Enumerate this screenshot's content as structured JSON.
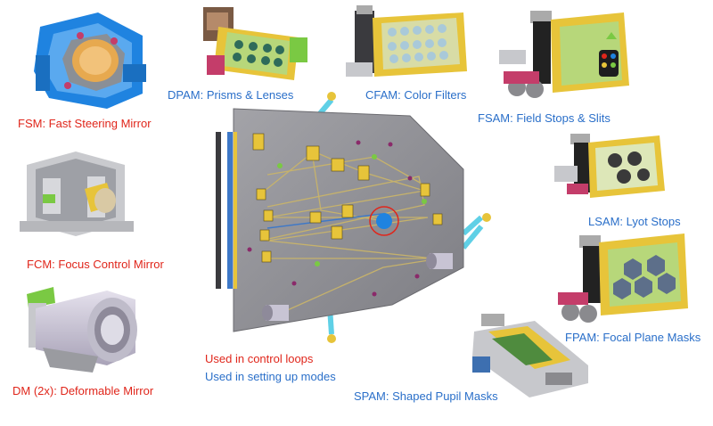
{
  "colors": {
    "control_loop": "#e0261b",
    "setup_mode": "#2a6fc9",
    "bench": "#8d8d92",
    "beam": "#c9b46a",
    "mount_yellow": "#e7c43a",
    "mount_green": "#b7d77a",
    "fsm_blue": "#1f83e0",
    "strut_cyan": "#5fd0e6"
  },
  "labels": {
    "fsm": "FSM: Fast Steering Mirror",
    "fcm": "FCM: Focus Control Mirror",
    "dm": "DM (2x): Deformable Mirror",
    "dpam": "DPAM: Prisms & Lenses",
    "cfam": "CFAM: Color Filters",
    "fsam": "FSAM: Field Stops & Slits",
    "lsam": "LSAM: Lyot Stops",
    "fpam": "FPAM: Focal Plane Masks",
    "spam": "SPAM: Shaped Pupil Masks"
  },
  "legend": {
    "control": "Used in control loops",
    "setup": "Used in setting up modes"
  },
  "icons": [
    "fsm-mechanism",
    "fcm-mechanism",
    "deformable-mirror",
    "dpam-mechanism",
    "cfam-mechanism",
    "fsam-mechanism",
    "lsam-mechanism",
    "fpam-mechanism",
    "spam-mechanism",
    "optical-bench"
  ]
}
